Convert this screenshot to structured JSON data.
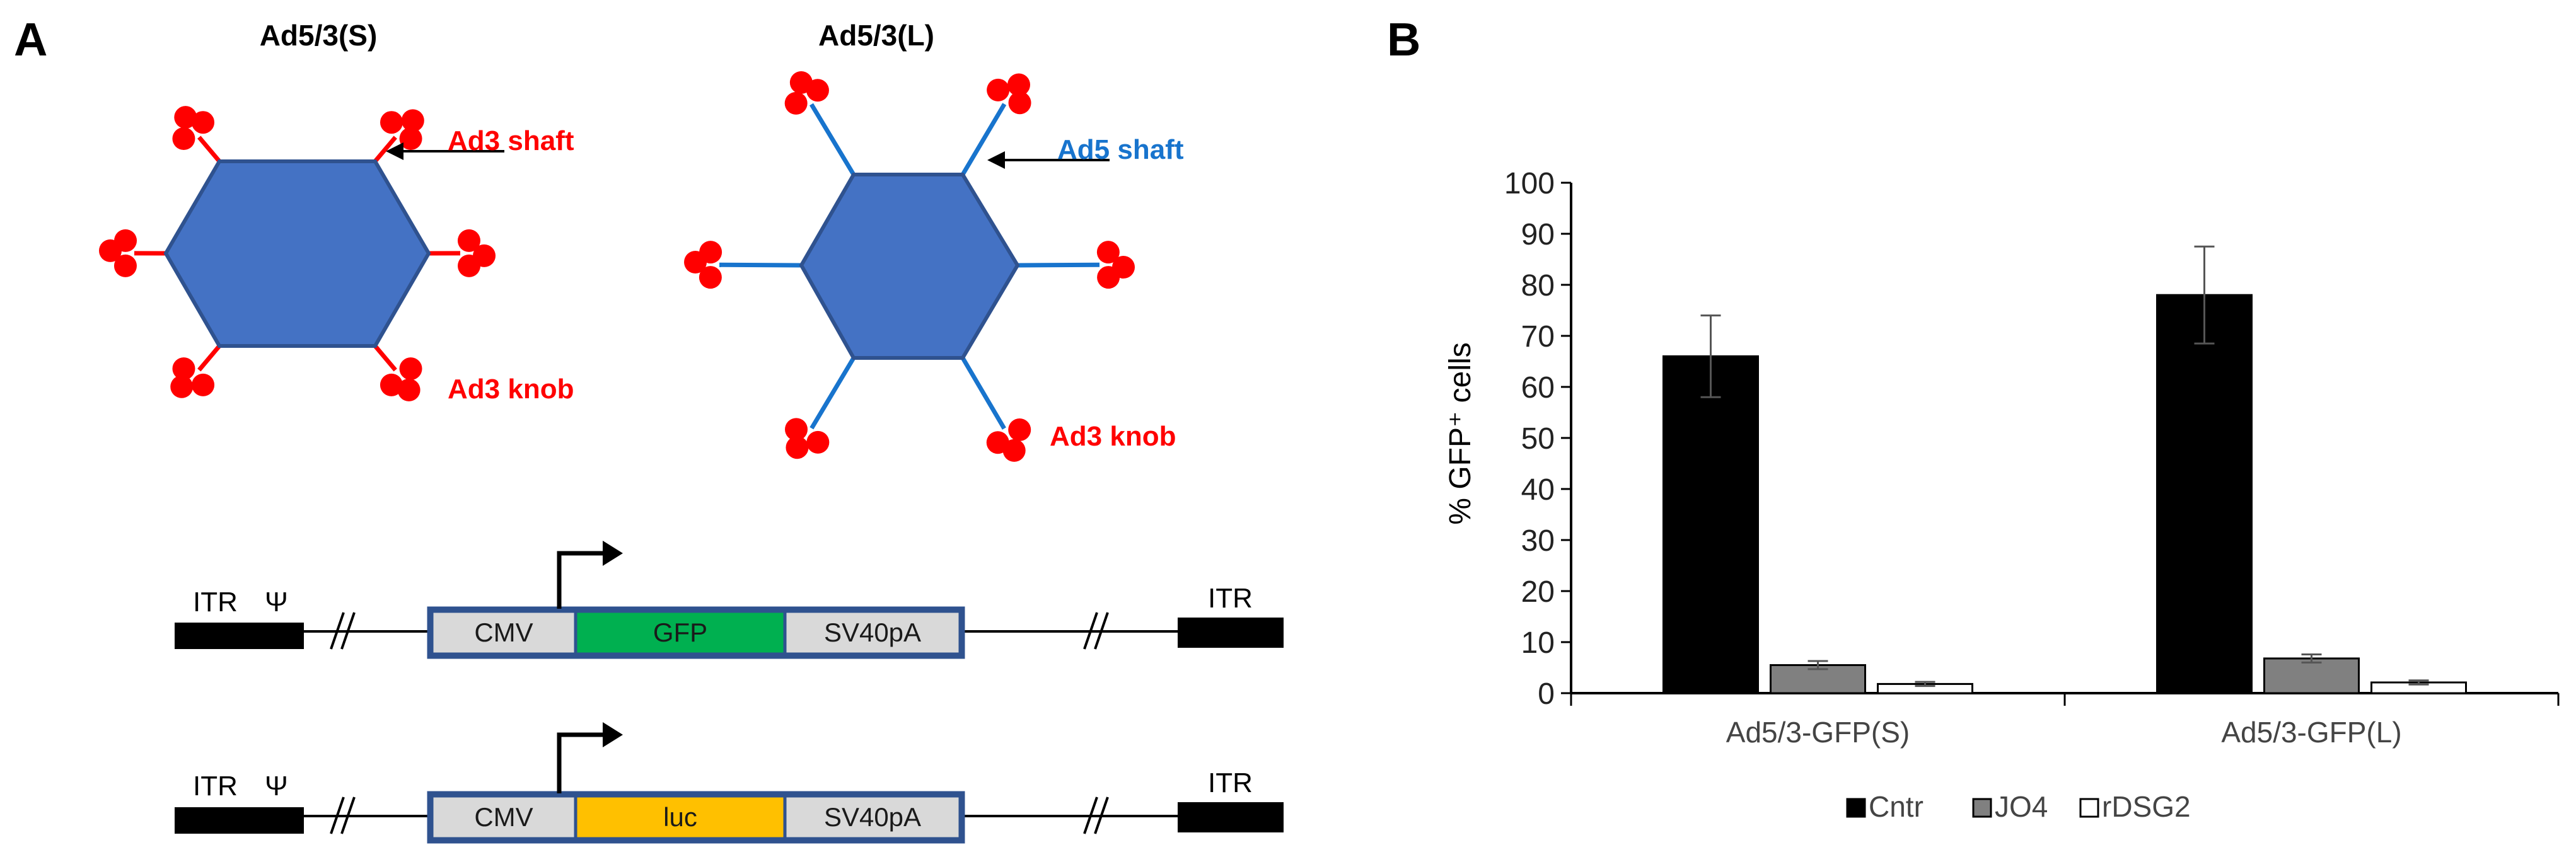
{
  "panel_a": {
    "letter": "A",
    "virus_s": {
      "title": "Ad5/3(S)",
      "shaft_label": "Ad3 shaft",
      "knob_label": "Ad3 knob",
      "capsid_color": "#4472c4",
      "fiber_color": "#ff0000",
      "knob_color": "#ff0000"
    },
    "virus_l": {
      "title": "Ad5/3(L)",
      "shaft_label": "Ad5 shaft",
      "knob_label": "Ad3 knob",
      "capsid_color": "#4472c4",
      "fiber_color": "#1874cd",
      "knob_color": "#ff0000"
    },
    "construct_gfp": {
      "itr_left": "ITR",
      "psi": "Ψ",
      "promoter": "CMV",
      "gene": "GFP",
      "polya": "SV40pA",
      "itr_right": "ITR",
      "gene_color": "#00b050"
    },
    "construct_luc": {
      "itr_left": "ITR",
      "psi": "Ψ",
      "promoter": "CMV",
      "gene": "luc",
      "polya": "SV40pA",
      "itr_right": "ITR",
      "gene_color": "#ffc000"
    }
  },
  "panel_b": {
    "letter": "B"
  },
  "chart_data": {
    "type": "bar",
    "ylabel": "% GFP⁺ cells",
    "ylim": [
      0,
      100
    ],
    "yticks": [
      0,
      10,
      20,
      30,
      40,
      50,
      60,
      70,
      80,
      90,
      100
    ],
    "categories": [
      "Ad5/3-GFP(S)",
      "Ad5/3-GFP(L)"
    ],
    "series": [
      {
        "name": "Cntr",
        "color": "#000000",
        "values": [
          66,
          78
        ],
        "errors": [
          8,
          9.5
        ]
      },
      {
        "name": "JO4",
        "color": "#808080",
        "values": [
          5.5,
          6.8
        ],
        "errors": [
          0.8,
          0.8
        ]
      },
      {
        "name": "rDSG2",
        "color": "#ffffff",
        "values": [
          1.8,
          2.1
        ],
        "errors": [
          0.4,
          0.4
        ]
      }
    ],
    "legend_position": "bottom",
    "grid": false
  }
}
